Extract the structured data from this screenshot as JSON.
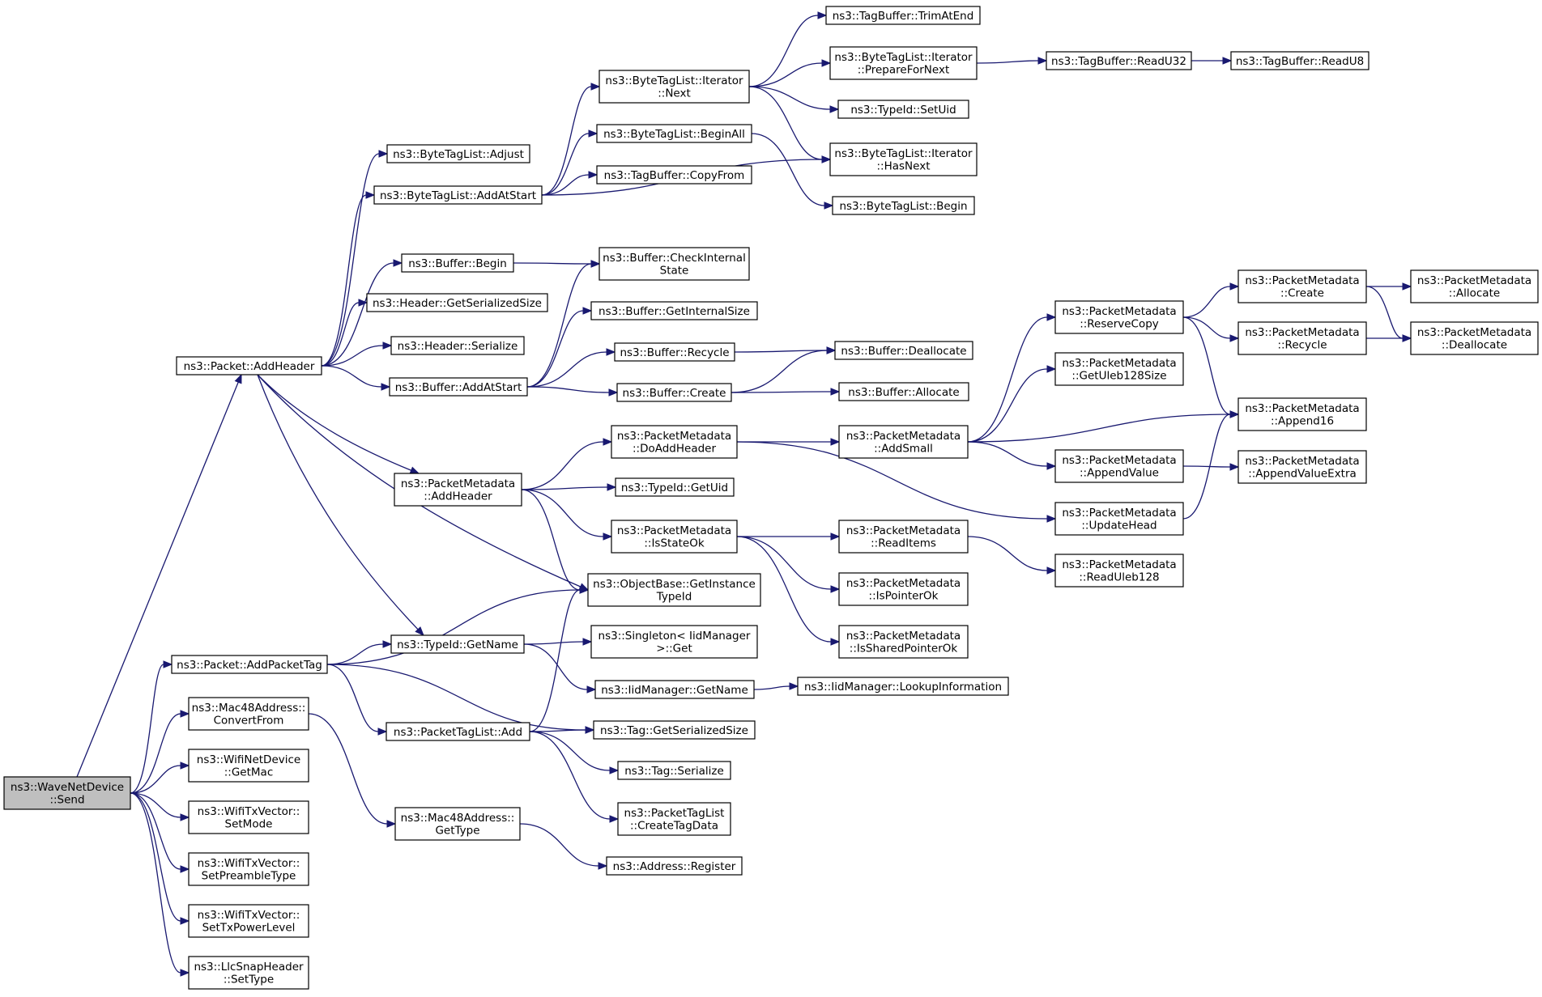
{
  "nodes": [
    {
      "id": "send",
      "lines": [
        "ns3::WaveNetDevice",
        "::Send"
      ]
    },
    {
      "id": "addHeader",
      "lines": [
        "ns3::Packet::AddHeader"
      ]
    },
    {
      "id": "addPacketTag",
      "lines": [
        "ns3::Packet::AddPacketTag"
      ]
    },
    {
      "id": "convertFrom",
      "lines": [
        "ns3::Mac48Address::",
        "ConvertFrom"
      ]
    },
    {
      "id": "getMac",
      "lines": [
        "ns3::WifiNetDevice",
        "::GetMac"
      ]
    },
    {
      "id": "setMode",
      "lines": [
        "ns3::WifiTxVector::",
        "SetMode"
      ]
    },
    {
      "id": "setPreamble",
      "lines": [
        "ns3::WifiTxVector::",
        "SetPreambleType"
      ]
    },
    {
      "id": "setTxPower",
      "lines": [
        "ns3::WifiTxVector::",
        "SetTxPowerLevel"
      ]
    },
    {
      "id": "llcSetType",
      "lines": [
        "ns3::LlcSnapHeader",
        "::SetType"
      ]
    },
    {
      "id": "btlAdjust",
      "lines": [
        "ns3::ByteTagList::Adjust"
      ]
    },
    {
      "id": "btlAddAtStart",
      "lines": [
        "ns3::ByteTagList::AddAtStart"
      ]
    },
    {
      "id": "bufBegin",
      "lines": [
        "ns3::Buffer::Begin"
      ]
    },
    {
      "id": "hdrGetSize",
      "lines": [
        "ns3::Header::GetSerializedSize"
      ]
    },
    {
      "id": "hdrSerialize",
      "lines": [
        "ns3::Header::Serialize"
      ]
    },
    {
      "id": "bufAddAtStart",
      "lines": [
        "ns3::Buffer::AddAtStart"
      ]
    },
    {
      "id": "pmAddHeader",
      "lines": [
        "ns3::PacketMetadata",
        "::AddHeader"
      ]
    },
    {
      "id": "tidGetName",
      "lines": [
        "ns3::TypeId::GetName"
      ]
    },
    {
      "id": "ptlAdd",
      "lines": [
        "ns3::PacketTagList::Add"
      ]
    },
    {
      "id": "macGetType",
      "lines": [
        "ns3::Mac48Address::",
        "GetType"
      ]
    },
    {
      "id": "btliNext",
      "lines": [
        "ns3::ByteTagList::Iterator",
        "::Next"
      ]
    },
    {
      "id": "btlBeginAll",
      "lines": [
        "ns3::ByteTagList::BeginAll"
      ]
    },
    {
      "id": "tbCopyFrom",
      "lines": [
        "ns3::TagBuffer::CopyFrom"
      ]
    },
    {
      "id": "bufCheck",
      "lines": [
        "ns3::Buffer::CheckInternal",
        "State"
      ]
    },
    {
      "id": "bufGetInternal",
      "lines": [
        "ns3::Buffer::GetInternalSize"
      ]
    },
    {
      "id": "bufRecycle",
      "lines": [
        "ns3::Buffer::Recycle"
      ]
    },
    {
      "id": "bufCreate",
      "lines": [
        "ns3::Buffer::Create"
      ]
    },
    {
      "id": "pmDoAddHeader",
      "lines": [
        "ns3::PacketMetadata",
        "::DoAddHeader"
      ]
    },
    {
      "id": "tidGetUid",
      "lines": [
        "ns3::TypeId::GetUid"
      ]
    },
    {
      "id": "pmIsStateOk",
      "lines": [
        "ns3::PacketMetadata",
        "::IsStateOk"
      ]
    },
    {
      "id": "objGetTid",
      "lines": [
        "ns3::ObjectBase::GetInstance",
        "TypeId"
      ]
    },
    {
      "id": "singletonGet",
      "lines": [
        "ns3::Singleton< IidManager",
        ">::Get"
      ]
    },
    {
      "id": "iidGetName",
      "lines": [
        "ns3::IidManager::GetName"
      ]
    },
    {
      "id": "tagGetSize",
      "lines": [
        "ns3::Tag::GetSerializedSize"
      ]
    },
    {
      "id": "tagSerialize",
      "lines": [
        "ns3::Tag::Serialize"
      ]
    },
    {
      "id": "ptlCreate",
      "lines": [
        "ns3::PacketTagList",
        "::CreateTagData"
      ]
    },
    {
      "id": "addrRegister",
      "lines": [
        "ns3::Address::Register"
      ]
    },
    {
      "id": "tbTrim",
      "lines": [
        "ns3::TagBuffer::TrimAtEnd"
      ]
    },
    {
      "id": "btliPrepare",
      "lines": [
        "ns3::ByteTagList::Iterator",
        "::PrepareForNext"
      ]
    },
    {
      "id": "tidSetUid",
      "lines": [
        "ns3::TypeId::SetUid"
      ]
    },
    {
      "id": "btliHasNext",
      "lines": [
        "ns3::ByteTagList::Iterator",
        "::HasNext"
      ]
    },
    {
      "id": "btlBegin",
      "lines": [
        "ns3::ByteTagList::Begin"
      ]
    },
    {
      "id": "bufDealloc",
      "lines": [
        "ns3::Buffer::Deallocate"
      ]
    },
    {
      "id": "bufAlloc",
      "lines": [
        "ns3::Buffer::Allocate"
      ]
    },
    {
      "id": "pmAddSmall",
      "lines": [
        "ns3::PacketMetadata",
        "::AddSmall"
      ]
    },
    {
      "id": "pmReadItems",
      "lines": [
        "ns3::PacketMetadata",
        "::ReadItems"
      ]
    },
    {
      "id": "pmIsPointerOk",
      "lines": [
        "ns3::PacketMetadata",
        "::IsPointerOk"
      ]
    },
    {
      "id": "pmIsSharedOk",
      "lines": [
        "ns3::PacketMetadata",
        "::IsSharedPointerOk"
      ]
    },
    {
      "id": "iidLookup",
      "lines": [
        "ns3::IidManager::LookupInformation"
      ]
    },
    {
      "id": "tbReadU32",
      "lines": [
        "ns3::TagBuffer::ReadU32"
      ]
    },
    {
      "id": "pmReserveCopy",
      "lines": [
        "ns3::PacketMetadata",
        "::ReserveCopy"
      ]
    },
    {
      "id": "pmGetUleb",
      "lines": [
        "ns3::PacketMetadata",
        "::GetUleb128Size"
      ]
    },
    {
      "id": "pmAppendValue",
      "lines": [
        "ns3::PacketMetadata",
        "::AppendValue"
      ]
    },
    {
      "id": "pmUpdateHead",
      "lines": [
        "ns3::PacketMetadata",
        "::UpdateHead"
      ]
    },
    {
      "id": "pmReadUleb",
      "lines": [
        "ns3::PacketMetadata",
        "::ReadUleb128"
      ]
    },
    {
      "id": "tbReadU8",
      "lines": [
        "ns3::TagBuffer::ReadU8"
      ]
    },
    {
      "id": "pmCreate",
      "lines": [
        "ns3::PacketMetadata",
        "::Create"
      ]
    },
    {
      "id": "pmRecycle",
      "lines": [
        "ns3::PacketMetadata",
        "::Recycle"
      ]
    },
    {
      "id": "pmAppend16",
      "lines": [
        "ns3::PacketMetadata",
        "::Append16"
      ]
    },
    {
      "id": "pmAppendExtra",
      "lines": [
        "ns3::PacketMetadata",
        "::AppendValueExtra"
      ]
    },
    {
      "id": "pmAllocate",
      "lines": [
        "ns3::PacketMetadata",
        "::Allocate"
      ]
    },
    {
      "id": "pmDeallocate",
      "lines": [
        "ns3::PacketMetadata",
        "::Deallocate"
      ]
    }
  ],
  "edges": [
    [
      "send",
      "addHeader"
    ],
    [
      "send",
      "addPacketTag"
    ],
    [
      "send",
      "convertFrom"
    ],
    [
      "send",
      "getMac"
    ],
    [
      "send",
      "setMode"
    ],
    [
      "send",
      "setPreamble"
    ],
    [
      "send",
      "setTxPower"
    ],
    [
      "send",
      "llcSetType"
    ],
    [
      "addHeader",
      "btlAdjust"
    ],
    [
      "addHeader",
      "btlAddAtStart"
    ],
    [
      "addHeader",
      "bufBegin"
    ],
    [
      "addHeader",
      "hdrGetSize"
    ],
    [
      "addHeader",
      "hdrSerialize"
    ],
    [
      "addHeader",
      "bufAddAtStart"
    ],
    [
      "addHeader",
      "pmAddHeader"
    ],
    [
      "addHeader",
      "objGetTid"
    ],
    [
      "addHeader",
      "tidGetName"
    ],
    [
      "addPacketTag",
      "objGetTid"
    ],
    [
      "addPacketTag",
      "tidGetName"
    ],
    [
      "addPacketTag",
      "ptlAdd"
    ],
    [
      "addPacketTag",
      "tagGetSize"
    ],
    [
      "convertFrom",
      "macGetType"
    ],
    [
      "btlAddAtStart",
      "btliNext"
    ],
    [
      "btlAddAtStart",
      "btlBeginAll"
    ],
    [
      "btlAddAtStart",
      "tbCopyFrom"
    ],
    [
      "btlAddAtStart",
      "btliHasNext"
    ],
    [
      "bufBegin",
      "bufCheck"
    ],
    [
      "bufAddAtStart",
      "bufCheck"
    ],
    [
      "bufAddAtStart",
      "bufGetInternal"
    ],
    [
      "bufAddAtStart",
      "bufRecycle"
    ],
    [
      "bufAddAtStart",
      "bufCreate"
    ],
    [
      "pmAddHeader",
      "pmDoAddHeader"
    ],
    [
      "pmAddHeader",
      "tidGetUid"
    ],
    [
      "pmAddHeader",
      "pmIsStateOk"
    ],
    [
      "pmAddHeader",
      "objGetTid"
    ],
    [
      "tidGetName",
      "singletonGet"
    ],
    [
      "tidGetName",
      "iidGetName"
    ],
    [
      "ptlAdd",
      "objGetTid"
    ],
    [
      "ptlAdd",
      "tagGetSize"
    ],
    [
      "ptlAdd",
      "tagSerialize"
    ],
    [
      "ptlAdd",
      "ptlCreate"
    ],
    [
      "macGetType",
      "addrRegister"
    ],
    [
      "btliNext",
      "tbTrim"
    ],
    [
      "btliNext",
      "btliPrepare"
    ],
    [
      "btliNext",
      "tidSetUid"
    ],
    [
      "btliNext",
      "btliHasNext"
    ],
    [
      "btlBeginAll",
      "btlBegin"
    ],
    [
      "bufRecycle",
      "bufDealloc"
    ],
    [
      "bufCreate",
      "bufDealloc"
    ],
    [
      "bufCreate",
      "bufAlloc"
    ],
    [
      "pmDoAddHeader",
      "pmAddSmall"
    ],
    [
      "pmDoAddHeader",
      "pmUpdateHead"
    ],
    [
      "pmIsStateOk",
      "pmReadItems"
    ],
    [
      "pmIsStateOk",
      "pmIsPointerOk"
    ],
    [
      "pmIsStateOk",
      "pmIsSharedOk"
    ],
    [
      "iidGetName",
      "iidLookup"
    ],
    [
      "btliPrepare",
      "tbReadU32"
    ],
    [
      "tbReadU32",
      "tbReadU8"
    ],
    [
      "pmAddSmall",
      "pmReserveCopy"
    ],
    [
      "pmAddSmall",
      "pmGetUleb"
    ],
    [
      "pmAddSmall",
      "pmAppend16"
    ],
    [
      "pmAddSmall",
      "pmAppendValue"
    ],
    [
      "pmReadItems",
      "pmReadUleb"
    ],
    [
      "pmReserveCopy",
      "pmCreate"
    ],
    [
      "pmReserveCopy",
      "pmRecycle"
    ],
    [
      "pmReserveCopy",
      "pmAppend16"
    ],
    [
      "pmAppendValue",
      "pmAppendExtra"
    ],
    [
      "pmUpdateHead",
      "pmAppend16"
    ],
    [
      "pmCreate",
      "pmAllocate"
    ],
    [
      "pmCreate",
      "pmDeallocate"
    ],
    [
      "pmRecycle",
      "pmDeallocate"
    ]
  ],
  "colors": {
    "edge": "#191970",
    "root_fill": "#bfbfbf",
    "node_fill": "#ffffff",
    "node_border": "#000000"
  }
}
